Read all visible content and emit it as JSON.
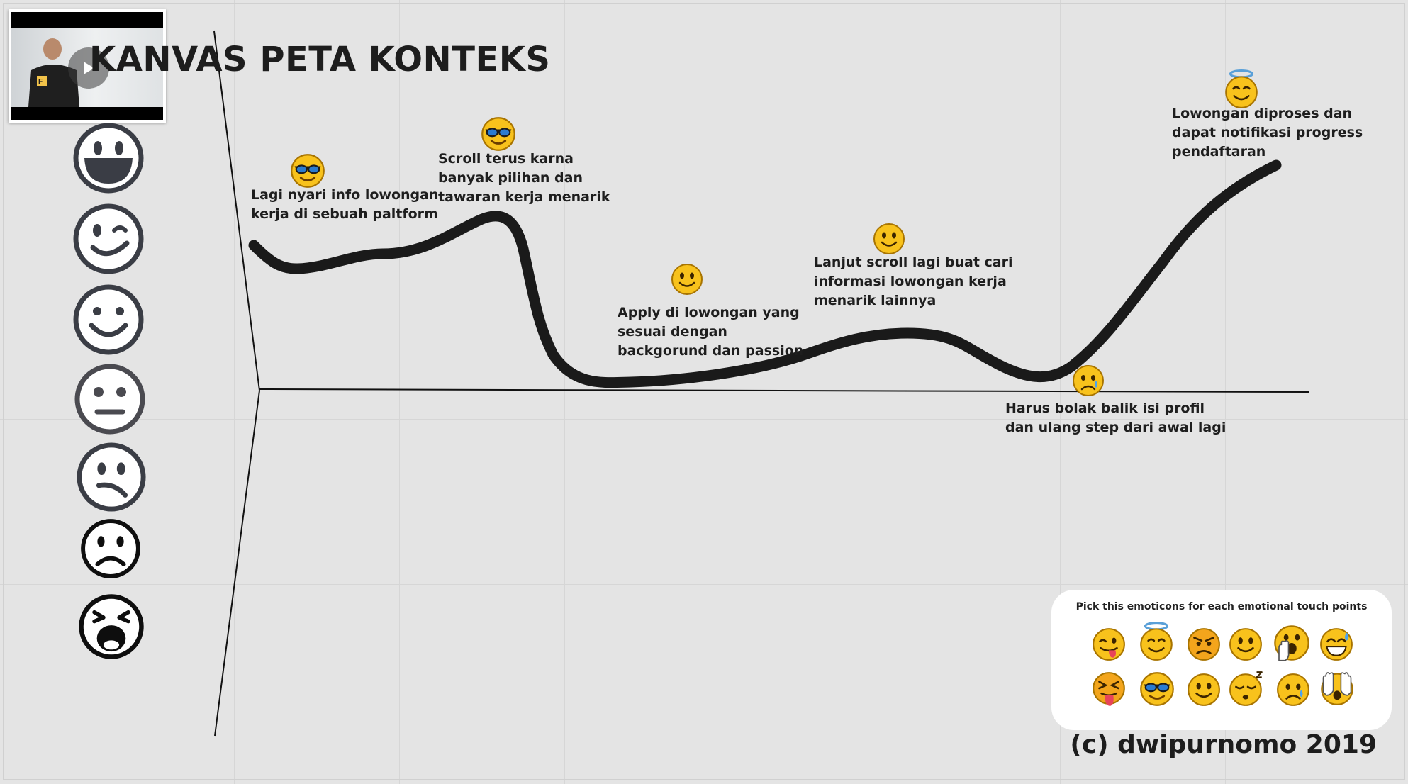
{
  "title": "KANVAS PETA KONTEKS",
  "video": {
    "icon": "play-icon"
  },
  "emotion_scale": [
    {
      "icon": "laughing-face-icon"
    },
    {
      "icon": "winking-face-icon"
    },
    {
      "icon": "smiling-face-icon"
    },
    {
      "icon": "neutral-face-icon"
    },
    {
      "icon": "slightly-sad-face-icon"
    },
    {
      "icon": "frowning-face-icon"
    },
    {
      "icon": "crying-face-icon"
    }
  ],
  "touchpoints": [
    {
      "emoji": "sunglasses-face-icon",
      "lines": [
        "Lagi nyari info lowongan",
        "kerja di sebuah paltform"
      ]
    },
    {
      "emoji": "sunglasses-face-icon",
      "lines": [
        "Scroll terus karna",
        "banyak pilihan dan",
        "tawaran kerja menarik"
      ]
    },
    {
      "emoji": "smiling-face-icon",
      "lines": [
        "Apply di lowongan yang",
        "sesuai dengan",
        "backgorund dan passion"
      ]
    },
    {
      "emoji": "smiling-face-icon",
      "lines": [
        "Lanjut scroll lagi buat cari",
        "informasi lowongan kerja",
        "menarik lainnya"
      ]
    },
    {
      "emoji": "sad-tear-face-icon",
      "lines": [
        "Harus bolak balik isi profil",
        "dan ulang step dari awal lagi"
      ]
    },
    {
      "emoji": "halo-face-icon",
      "lines": [
        "Lowongan diproses dan",
        "dapat notifikasi progress",
        "pendaftaran"
      ]
    }
  ],
  "picker": {
    "title": "Pick this emoticons for each emotional touch points",
    "emojis": [
      "tongue-face-icon",
      "halo-face-icon",
      "angry-face-icon",
      "smiling-face-icon",
      "surprised-hand-face-icon",
      "grinning-sweat-face-icon",
      "squinting-tongue-face-icon",
      "sunglasses-face-icon",
      "smiling-face-icon",
      "sleeping-face-icon",
      "sad-tear-face-icon",
      "scared-hands-face-icon"
    ]
  },
  "colors": {
    "background": "#e4e4e4",
    "ink": "#1d1d1d",
    "emoji_yellow": "#f8c21c",
    "emoji_outline": "#a87400",
    "panel": "#ffffff",
    "scale_ink": "#3a3d45"
  },
  "copyright": "(c) dwipurnomo 2019"
}
